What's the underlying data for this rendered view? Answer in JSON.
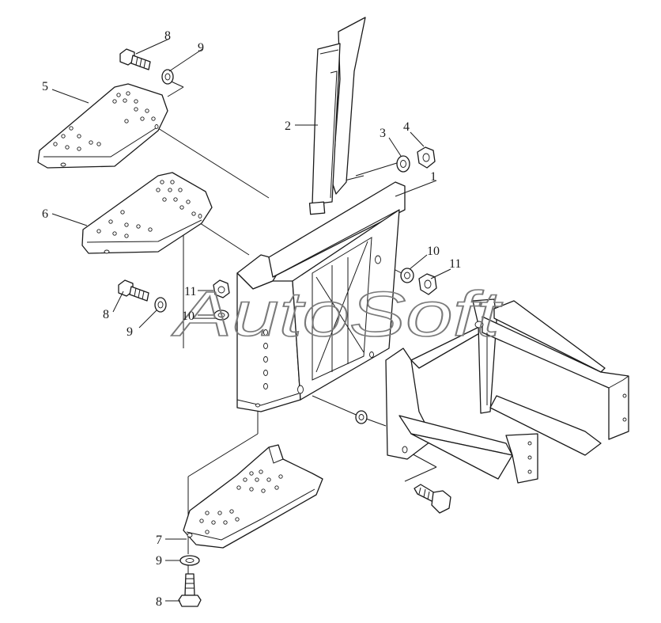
{
  "callouts": [
    "1",
    "2",
    "3",
    "4",
    "5",
    "6",
    "7",
    "8",
    "9",
    "10",
    "11"
  ],
  "watermark": "AutoSoft",
  "colors": {
    "line": "#1a1a1a",
    "background": "#ffffff",
    "watermark": "#7a7a7a"
  }
}
